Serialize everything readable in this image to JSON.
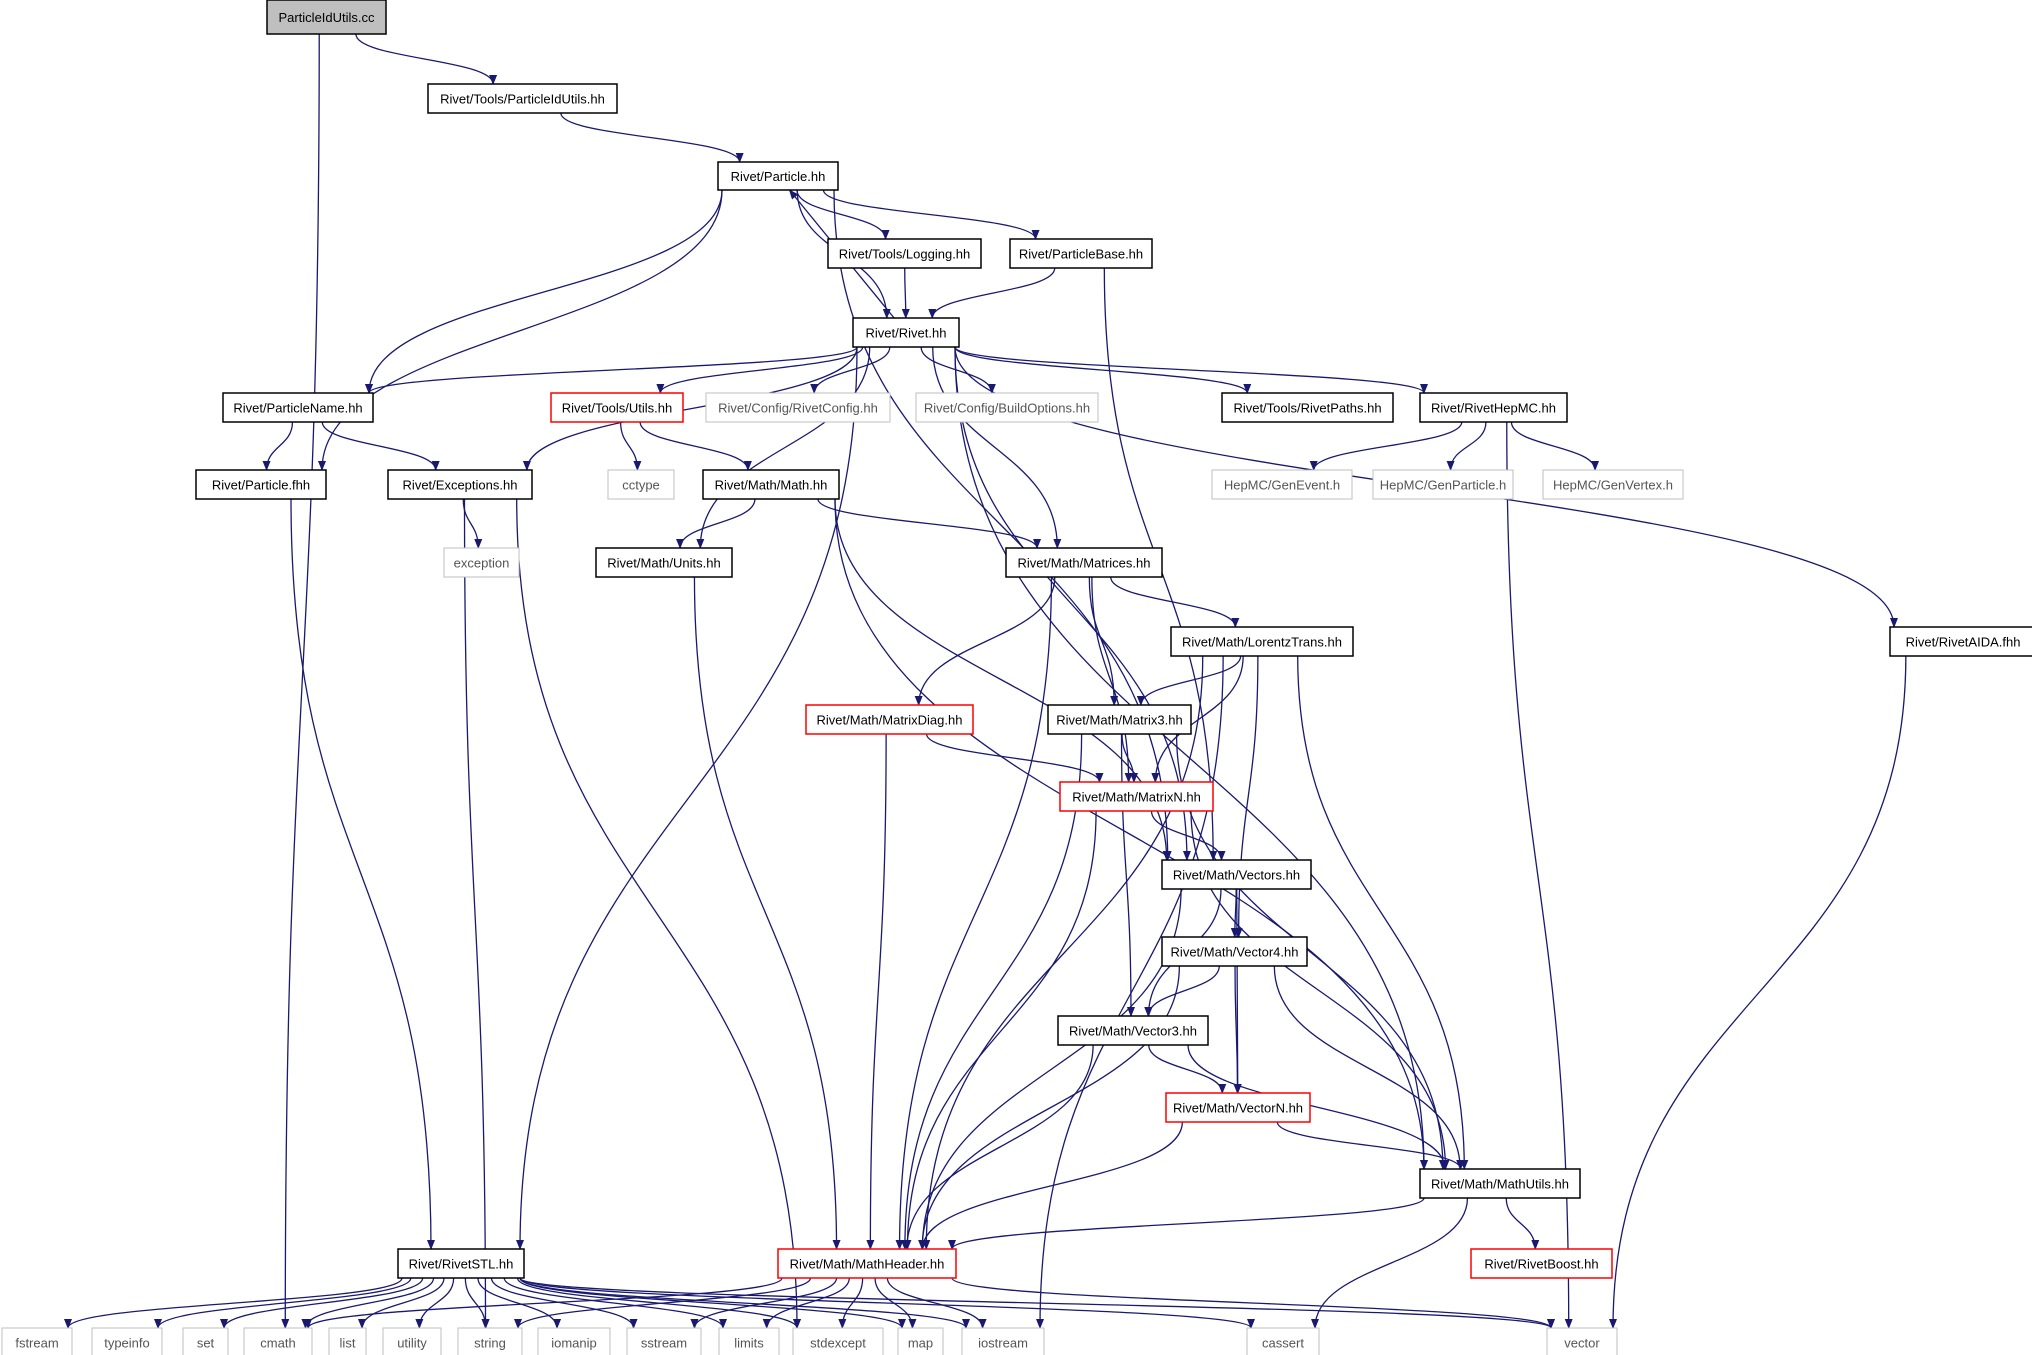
{
  "colors": {
    "edge": "#191970",
    "root_fill": "#bfbfbf",
    "border_normal": "#000000",
    "border_red": "#ff0000",
    "border_gray": "#bfbfbf",
    "text_normal": "#000000",
    "text_gray": "#555555"
  },
  "nodes": [
    {
      "id": "root",
      "label": "ParticleIdUtils.cc",
      "style": "root"
    },
    {
      "id": "pidu",
      "label": "Rivet/Tools/ParticleIdUtils.hh",
      "style": "normal"
    },
    {
      "id": "particle",
      "label": "Rivet/Particle.hh",
      "style": "normal"
    },
    {
      "id": "logging",
      "label": "Rivet/Tools/Logging.hh",
      "style": "normal"
    },
    {
      "id": "pbase",
      "label": "Rivet/ParticleBase.hh",
      "style": "normal"
    },
    {
      "id": "rivet",
      "label": "Rivet/Rivet.hh",
      "style": "normal"
    },
    {
      "id": "pname",
      "label": "Rivet/ParticleName.hh",
      "style": "normal"
    },
    {
      "id": "utils",
      "label": "Rivet/Tools/Utils.hh",
      "style": "red"
    },
    {
      "id": "rconfig",
      "label": "Rivet/Config/RivetConfig.hh",
      "style": "gray"
    },
    {
      "id": "bopts",
      "label": "Rivet/Config/BuildOptions.hh",
      "style": "gray"
    },
    {
      "id": "rpaths",
      "label": "Rivet/Tools/RivetPaths.hh",
      "style": "normal"
    },
    {
      "id": "rhepmc",
      "label": "Rivet/RivetHepMC.hh",
      "style": "normal"
    },
    {
      "id": "pfhh",
      "label": "Rivet/Particle.fhh",
      "style": "normal"
    },
    {
      "id": "exc",
      "label": "Rivet/Exceptions.hh",
      "style": "normal"
    },
    {
      "id": "cctype",
      "label": "cctype",
      "style": "gray"
    },
    {
      "id": "math",
      "label": "Rivet/Math/Math.hh",
      "style": "normal"
    },
    {
      "id": "genevent",
      "label": "HepMC/GenEvent.h",
      "style": "gray"
    },
    {
      "id": "genpart",
      "label": "HepMC/GenParticle.h",
      "style": "gray"
    },
    {
      "id": "genvtx",
      "label": "HepMC/GenVertex.h",
      "style": "gray"
    },
    {
      "id": "exception",
      "label": "exception",
      "style": "gray"
    },
    {
      "id": "units",
      "label": "Rivet/Math/Units.hh",
      "style": "normal"
    },
    {
      "id": "matrices",
      "label": "Rivet/Math/Matrices.hh",
      "style": "normal"
    },
    {
      "id": "lorentz",
      "label": "Rivet/Math/LorentzTrans.hh",
      "style": "normal"
    },
    {
      "id": "aida",
      "label": "Rivet/RivetAIDA.fhh",
      "style": "normal"
    },
    {
      "id": "mdiag",
      "label": "Rivet/Math/MatrixDiag.hh",
      "style": "red"
    },
    {
      "id": "m3",
      "label": "Rivet/Math/Matrix3.hh",
      "style": "normal"
    },
    {
      "id": "mn",
      "label": "Rivet/Math/MatrixN.hh",
      "style": "red"
    },
    {
      "id": "vectors",
      "label": "Rivet/Math/Vectors.hh",
      "style": "normal"
    },
    {
      "id": "v4",
      "label": "Rivet/Math/Vector4.hh",
      "style": "normal"
    },
    {
      "id": "v3",
      "label": "Rivet/Math/Vector3.hh",
      "style": "normal"
    },
    {
      "id": "vn",
      "label": "Rivet/Math/VectorN.hh",
      "style": "red"
    },
    {
      "id": "mutils",
      "label": "Rivet/Math/MathUtils.hh",
      "style": "normal"
    },
    {
      "id": "rstl",
      "label": "Rivet/RivetSTL.hh",
      "style": "normal"
    },
    {
      "id": "mheader",
      "label": "Rivet/Math/MathHeader.hh",
      "style": "red"
    },
    {
      "id": "rboost",
      "label": "Rivet/RivetBoost.hh",
      "style": "red"
    },
    {
      "id": "fstream",
      "label": "fstream",
      "style": "gray"
    },
    {
      "id": "typeinfo",
      "label": "typeinfo",
      "style": "gray"
    },
    {
      "id": "set",
      "label": "set",
      "style": "gray"
    },
    {
      "id": "cmath",
      "label": "cmath",
      "style": "gray"
    },
    {
      "id": "list",
      "label": "list",
      "style": "gray"
    },
    {
      "id": "utility",
      "label": "utility",
      "style": "gray"
    },
    {
      "id": "string",
      "label": "string",
      "style": "gray"
    },
    {
      "id": "iomanip",
      "label": "iomanip",
      "style": "gray"
    },
    {
      "id": "sstream",
      "label": "sstream",
      "style": "gray"
    },
    {
      "id": "limits",
      "label": "limits",
      "style": "gray"
    },
    {
      "id": "stdexcept",
      "label": "stdexcept",
      "style": "gray"
    },
    {
      "id": "map",
      "label": "map",
      "style": "gray"
    },
    {
      "id": "iostream",
      "label": "iostream",
      "style": "gray"
    },
    {
      "id": "cassert",
      "label": "cassert",
      "style": "gray"
    },
    {
      "id": "vector",
      "label": "vector",
      "style": "gray"
    }
  ],
  "edges": [
    [
      "root",
      "pidu"
    ],
    [
      "root",
      "cmath"
    ],
    [
      "pidu",
      "particle"
    ],
    [
      "particle",
      "logging"
    ],
    [
      "particle",
      "pbase"
    ],
    [
      "particle",
      "rivet"
    ],
    [
      "particle",
      "pname"
    ],
    [
      "particle",
      "pfhh"
    ],
    [
      "particle",
      "vectors"
    ],
    [
      "logging",
      "rivet"
    ],
    [
      "pbase",
      "rivet"
    ],
    [
      "pbase",
      "vectors"
    ],
    [
      "rivet",
      "particle"
    ],
    [
      "rivet",
      "pname"
    ],
    [
      "rivet",
      "utils"
    ],
    [
      "rivet",
      "rconfig"
    ],
    [
      "rivet",
      "bopts"
    ],
    [
      "rivet",
      "rpaths"
    ],
    [
      "rivet",
      "rhepmc"
    ],
    [
      "rivet",
      "exc"
    ],
    [
      "rivet",
      "units"
    ],
    [
      "rivet",
      "matrices"
    ],
    [
      "rivet",
      "vectors"
    ],
    [
      "rivet",
      "mutils"
    ],
    [
      "rivet",
      "aida"
    ],
    [
      "rivet",
      "rstl"
    ],
    [
      "pname",
      "pfhh"
    ],
    [
      "pname",
      "exc"
    ],
    [
      "utils",
      "cctype"
    ],
    [
      "utils",
      "math"
    ],
    [
      "rhepmc",
      "genevent"
    ],
    [
      "rhepmc",
      "genpart"
    ],
    [
      "rhepmc",
      "genvtx"
    ],
    [
      "rhepmc",
      "vector"
    ],
    [
      "pfhh",
      "rstl"
    ],
    [
      "exc",
      "exception"
    ],
    [
      "exc",
      "string"
    ],
    [
      "exc",
      "stdexcept"
    ],
    [
      "math",
      "units"
    ],
    [
      "math",
      "matrices"
    ],
    [
      "math",
      "vectors"
    ],
    [
      "math",
      "mutils"
    ],
    [
      "units",
      "mheader"
    ],
    [
      "matrices",
      "lorentz"
    ],
    [
      "matrices",
      "mdiag"
    ],
    [
      "matrices",
      "m3"
    ],
    [
      "matrices",
      "mn"
    ],
    [
      "matrices",
      "mheader"
    ],
    [
      "lorentz",
      "m3"
    ],
    [
      "lorentz",
      "mn"
    ],
    [
      "lorentz",
      "v4"
    ],
    [
      "lorentz",
      "mutils"
    ],
    [
      "lorentz",
      "mheader"
    ],
    [
      "lorentz",
      "iostream"
    ],
    [
      "aida",
      "vector"
    ],
    [
      "mdiag",
      "mn"
    ],
    [
      "mdiag",
      "mheader"
    ],
    [
      "m3",
      "mn"
    ],
    [
      "m3",
      "v3"
    ],
    [
      "m3",
      "mutils"
    ],
    [
      "m3",
      "mheader"
    ],
    [
      "mn",
      "vectors"
    ],
    [
      "mn",
      "mutils"
    ],
    [
      "mn",
      "mheader"
    ],
    [
      "vectors",
      "v4"
    ],
    [
      "vectors",
      "v3"
    ],
    [
      "vectors",
      "vn"
    ],
    [
      "vectors",
      "mheader"
    ],
    [
      "v4",
      "v3"
    ],
    [
      "v4",
      "vn"
    ],
    [
      "v4",
      "mutils"
    ],
    [
      "v4",
      "mheader"
    ],
    [
      "v3",
      "vn"
    ],
    [
      "v3",
      "mutils"
    ],
    [
      "v3",
      "mheader"
    ],
    [
      "vn",
      "mutils"
    ],
    [
      "vn",
      "mheader"
    ],
    [
      "mutils",
      "mheader"
    ],
    [
      "mutils",
      "rboost"
    ],
    [
      "mutils",
      "cassert"
    ],
    [
      "rstl",
      "fstream"
    ],
    [
      "rstl",
      "typeinfo"
    ],
    [
      "rstl",
      "set"
    ],
    [
      "rstl",
      "cmath"
    ],
    [
      "rstl",
      "list"
    ],
    [
      "rstl",
      "utility"
    ],
    [
      "rstl",
      "string"
    ],
    [
      "rstl",
      "iomanip"
    ],
    [
      "rstl",
      "sstream"
    ],
    [
      "rstl",
      "limits"
    ],
    [
      "rstl",
      "stdexcept"
    ],
    [
      "rstl",
      "map"
    ],
    [
      "rstl",
      "iostream"
    ],
    [
      "rstl",
      "cassert"
    ],
    [
      "rstl",
      "vector"
    ],
    [
      "mheader",
      "cmath"
    ],
    [
      "mheader",
      "string"
    ],
    [
      "mheader",
      "sstream"
    ],
    [
      "mheader",
      "limits"
    ],
    [
      "mheader",
      "stdexcept"
    ],
    [
      "mheader",
      "map"
    ],
    [
      "mheader",
      "iostream"
    ],
    [
      "mheader",
      "vector"
    ]
  ]
}
